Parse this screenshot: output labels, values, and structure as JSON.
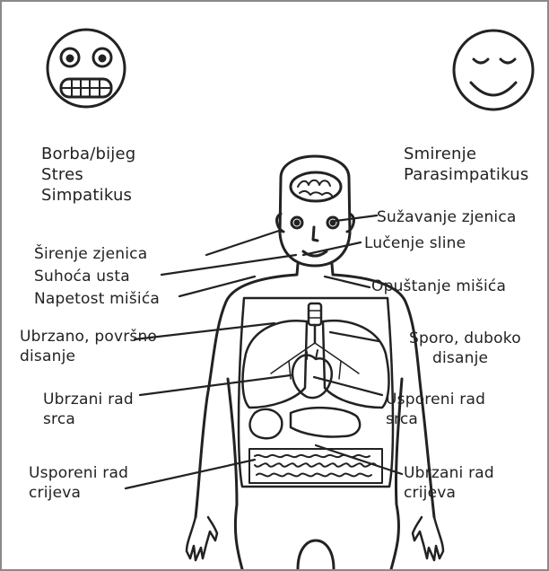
{
  "stress_block": {
    "face": "grimacing-face",
    "lines": [
      "Borba/bijeg",
      "Stres",
      "Simpatikus"
    ]
  },
  "calm_block": {
    "face": "smiling-face",
    "lines": [
      "Smirenje",
      "Parasimpatikus"
    ]
  },
  "left_labels": {
    "pupils": "Širenje zjenica",
    "mouth": "Suhoća usta",
    "muscles": "Napetost mišića",
    "breathing": [
      "Ubrzano, površno",
      "disanje"
    ],
    "heart": [
      "Ubrzani rad",
      "srca"
    ],
    "intestines": [
      "Usporeni rad",
      "crijeva"
    ]
  },
  "right_labels": {
    "pupils": "Sužavanje zjenica",
    "saliva": "Lučenje sline",
    "muscles": "Opuštanje mišića",
    "breathing": [
      "Sporo, duboko",
      "disanje"
    ],
    "heart": [
      "Usporeni rad",
      "srca"
    ],
    "intestines": [
      "Ubrzani rad",
      "crijeva"
    ]
  },
  "colors": {
    "ink": "#222222",
    "frame": "#8a8a8a",
    "background": "#ffffff"
  }
}
